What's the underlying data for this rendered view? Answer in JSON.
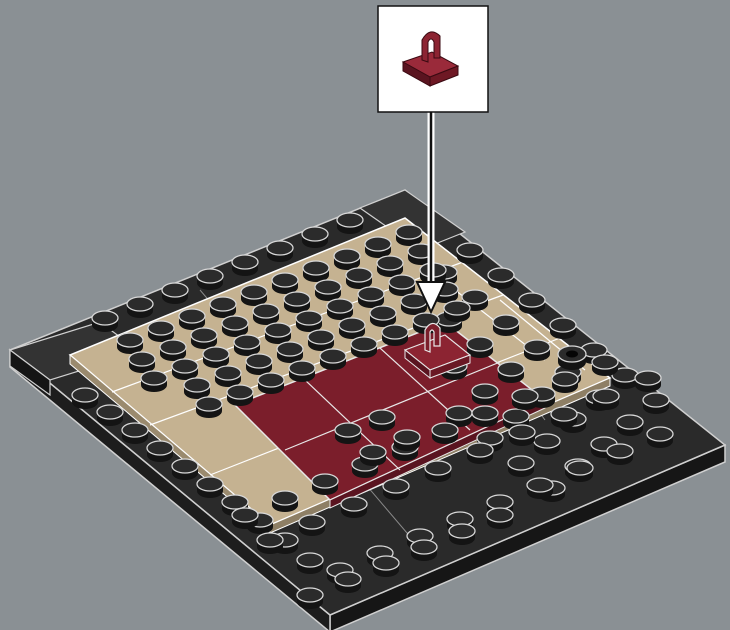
{
  "background_color": "#8a9094",
  "instruction_step": {
    "callout": {
      "part": "tile-1x1-with-clip",
      "quantity": 1,
      "color": "#7b1e2b"
    },
    "arrow": {
      "direction": "down",
      "color": "#ffffff"
    },
    "model": {
      "base_plate_color": "#2a2a2a",
      "tan_tile_color": "#c5b291",
      "dark_red_tile_color": "#7b1e2b",
      "stud_color": "#1e1e1e",
      "grid": "12x12",
      "new_part": "dark-red-clip-tile"
    }
  }
}
